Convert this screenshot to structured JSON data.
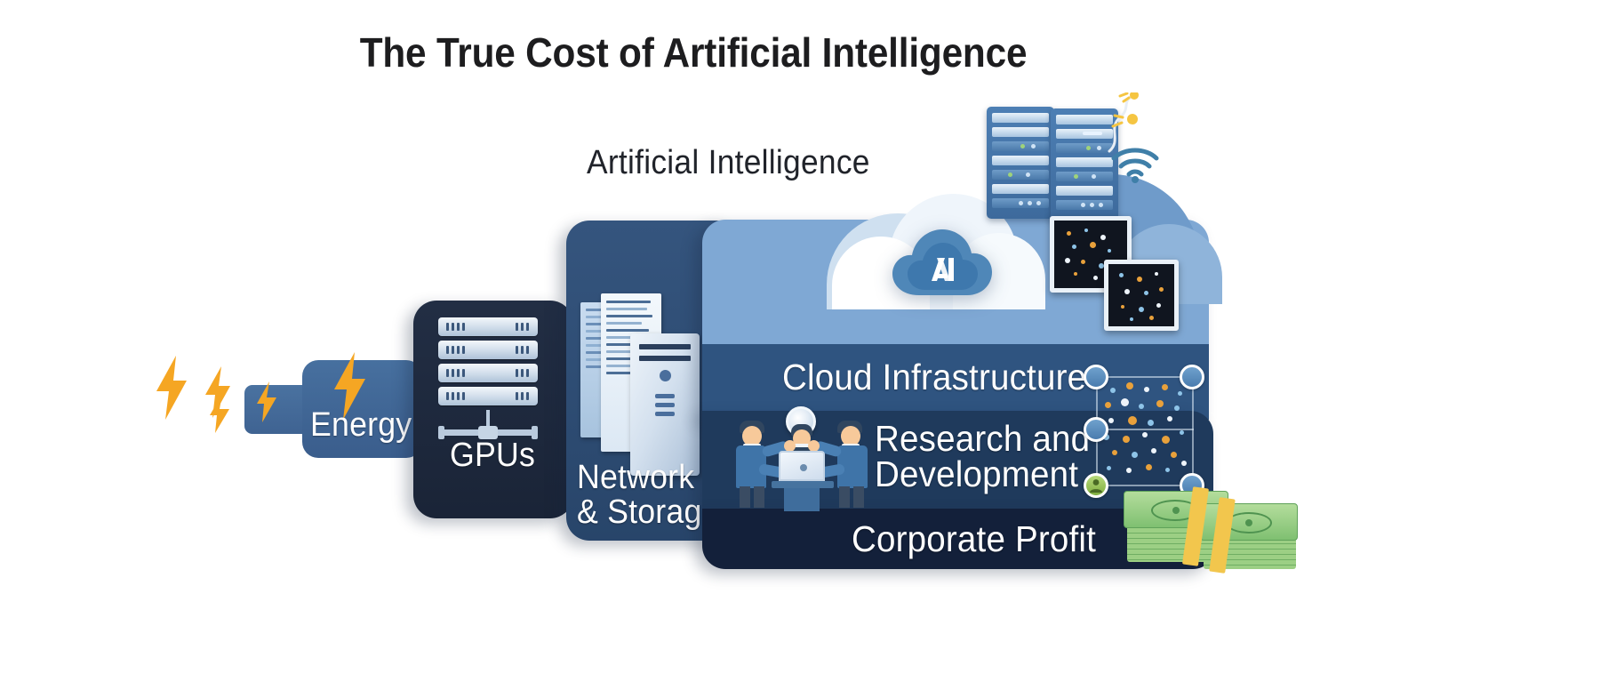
{
  "header": {
    "title": "The True Cost of Artificial Intelligence"
  },
  "scene": {
    "ai_label": "Artificial Intelligence",
    "ai_logo_text": "AI"
  },
  "layers": [
    {
      "id": "energy",
      "label": "Energy",
      "color": "#3d6494"
    },
    {
      "id": "gpus",
      "label": "GPUs",
      "color": "#1e2940"
    },
    {
      "id": "netstore",
      "label": "Network\n& Storage",
      "color": "#2d4a6e"
    },
    {
      "id": "cloud",
      "label": "Cloud Infrastructure",
      "color": "#2f5480"
    },
    {
      "id": "rnd",
      "label": "Research and\nDevelopment",
      "color": "#1f3a5c"
    },
    {
      "id": "profit",
      "label": "Corporate Profit",
      "color": "#13203a"
    }
  ],
  "palette": {
    "background": "#ffffff",
    "title_color": "#1d1d1f",
    "bolt_color": "#f5a623",
    "cloud_band": "#7fa8d4",
    "money_green": "#7fc071",
    "money_band": "#f2c64d",
    "node_green": "#7fae3f",
    "dot_orange": "#e9a13b",
    "dot_blue": "#8ec4e8"
  },
  "icons": {
    "bolt": "lightning-bolt-icon",
    "rack": "server-rack-icon",
    "tower": "server-tower-icon",
    "document": "document-icon",
    "cloud": "cloud-icon",
    "wifi": "wifi-icon",
    "dot_matrix": "data-panel-icon",
    "neural": "neural-network-icon",
    "team": "research-team-icon",
    "money": "cash-stack-icon"
  }
}
